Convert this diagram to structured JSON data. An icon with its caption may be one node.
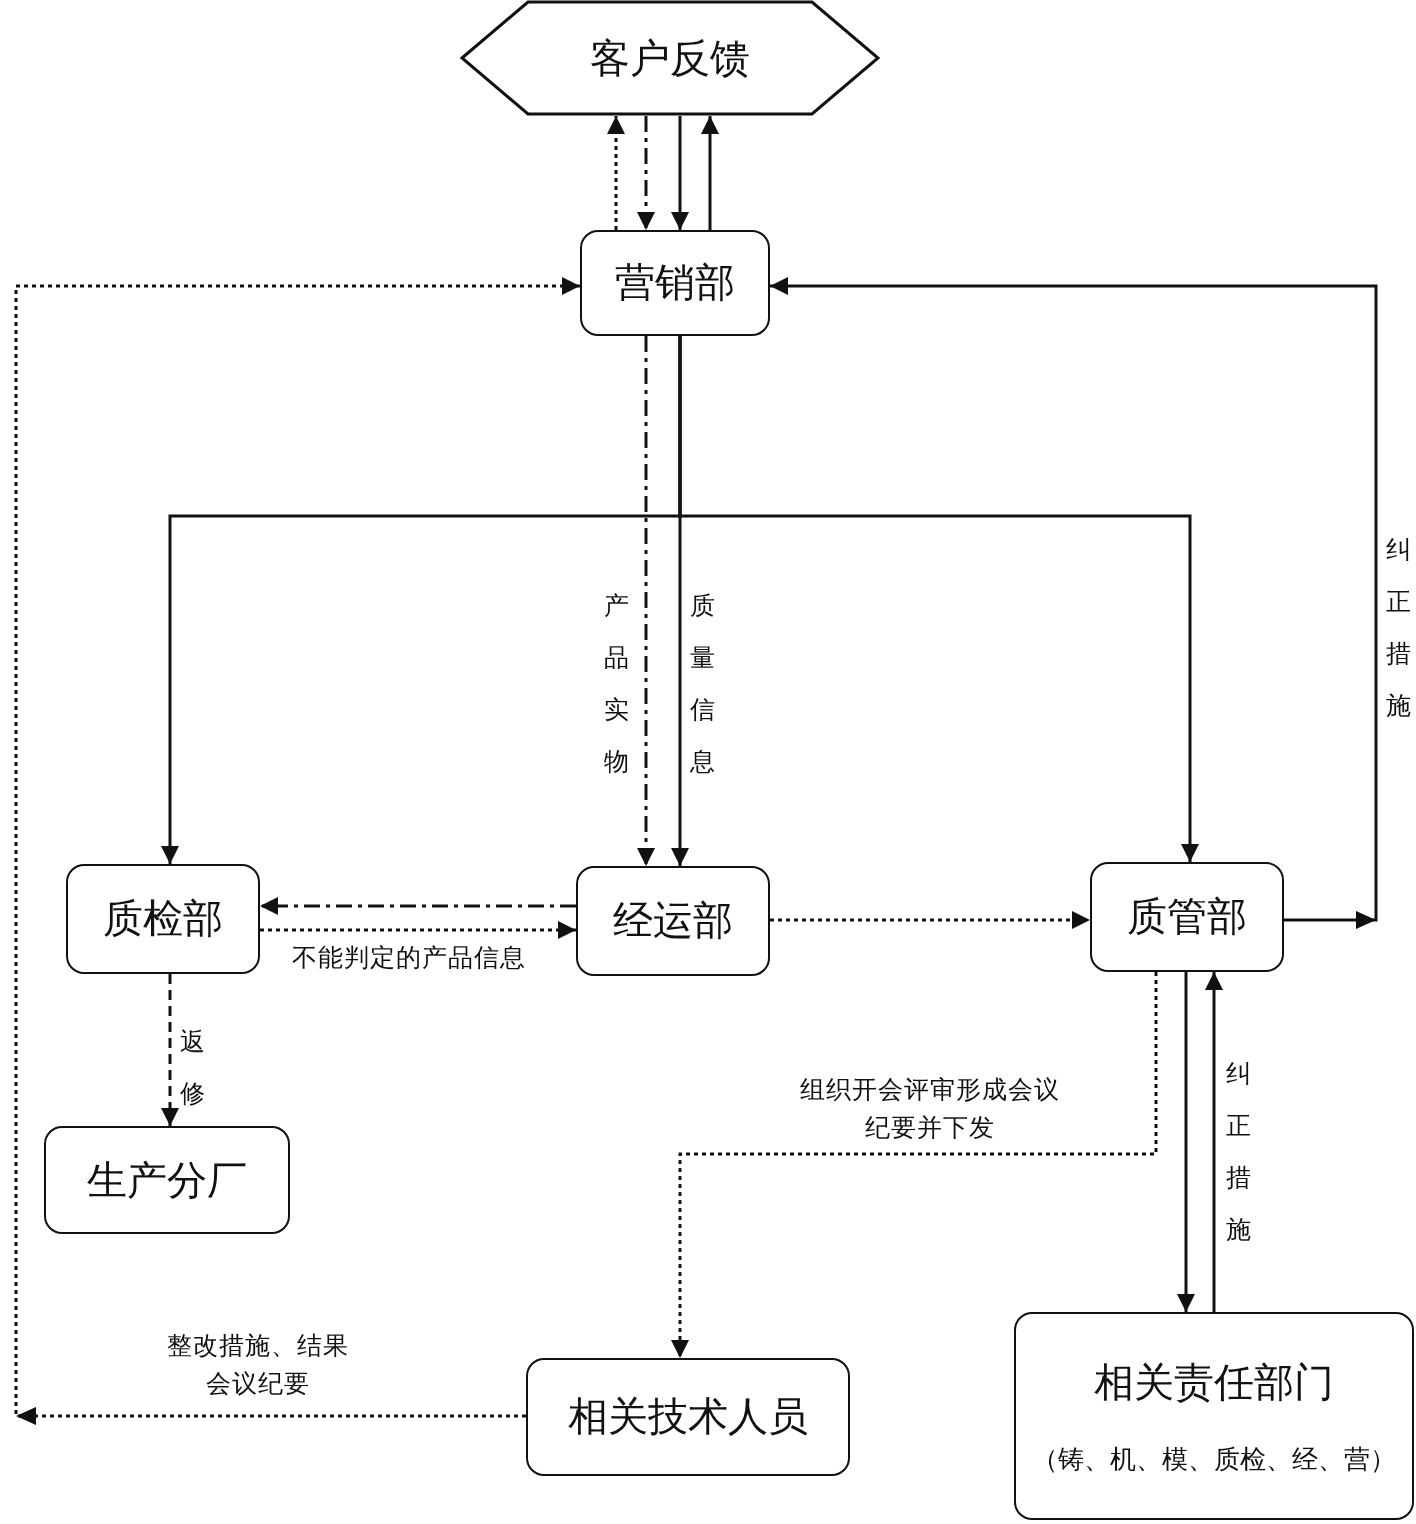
{
  "diagram": {
    "nodes": [
      {
        "text": [
          "客户反馈"
        ]
      },
      {
        "text": [
          "营销部"
        ]
      },
      {
        "text": [
          "质检部"
        ]
      },
      {
        "text": [
          "经运部"
        ]
      },
      {
        "text": [
          "质管部"
        ]
      },
      {
        "text": [
          "生产分厂"
        ]
      },
      {
        "text": [
          "相关技术人员"
        ]
      },
      {
        "text": [
          "相关责任部门",
          "（铸、机、模、质检、经、营）"
        ]
      }
    ],
    "edges": [
      {
        "from": 1,
        "to": 0,
        "arrow": "to",
        "style": "dashed"
      },
      {
        "from": 0,
        "to": 1,
        "arrow": "to",
        "style": "dashed"
      },
      {
        "from": 0,
        "to": 1,
        "arrow": "to"
      },
      {
        "from": 1,
        "to": 0,
        "arrow": "to"
      },
      {
        "from": 1,
        "to": 2,
        "arrow": "to"
      },
      {
        "from": 1,
        "to": 3,
        "arrow": "to",
        "label": "质量信息"
      },
      {
        "from": 1,
        "to": 4,
        "arrow": "to"
      },
      {
        "from": 1,
        "to": 3,
        "arrow": "to",
        "style": "dashed",
        "label": "产品实物"
      },
      {
        "from": 3,
        "to": 2,
        "arrow": "to",
        "style": "dashed"
      },
      {
        "from": 2,
        "to": 3,
        "arrow": "to",
        "style": "dashed",
        "label": "不能判定的产品信息"
      },
      {
        "from": 3,
        "to": 4,
        "arrow": "to",
        "style": "dashed"
      },
      {
        "from": 4,
        "to": 1,
        "arrow": "to",
        "label": "纠正措施"
      },
      {
        "from": 2,
        "to": 5,
        "arrow": "to",
        "style": "dashed",
        "label": "返修"
      },
      {
        "from": 4,
        "to": 6,
        "arrow": "to",
        "style": "dashed",
        "label": "组织开会评审形成会议纪要并下发"
      },
      {
        "from": 4,
        "to": 7,
        "arrow": "to"
      },
      {
        "from": 7,
        "to": 4,
        "arrow": "to",
        "label": "纠正措施"
      },
      {
        "from": 6,
        "to": 1,
        "arrow": "to",
        "style": "dashed",
        "label": "整改措施、结果会议纪要"
      }
    ]
  }
}
